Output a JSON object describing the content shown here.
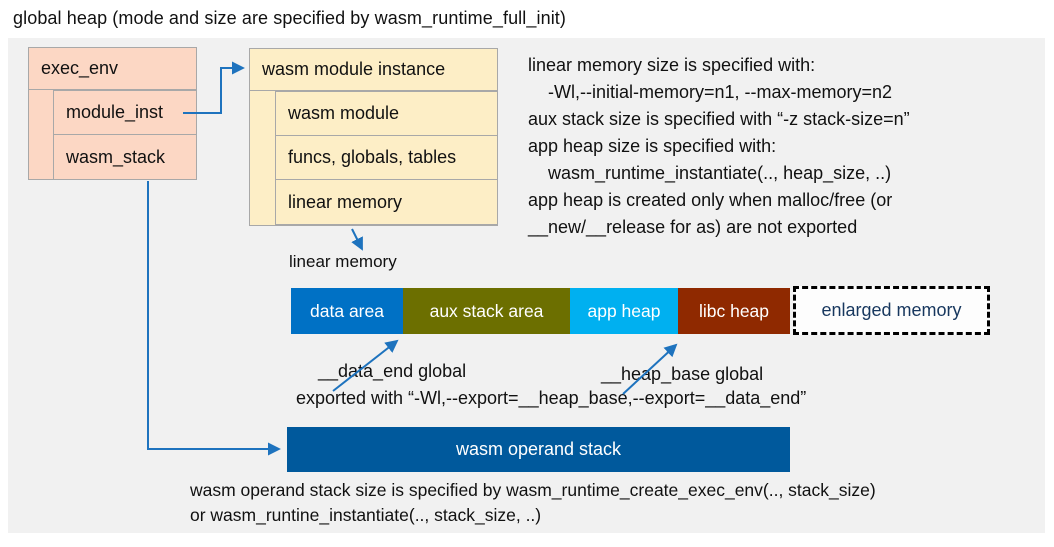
{
  "title": "global heap (mode and size are specified by wasm_runtime_full_init)",
  "exec_env": {
    "header": "exec_env",
    "rows": [
      "module_inst",
      "wasm_stack"
    ]
  },
  "module_instance": {
    "header": "wasm module instance",
    "rows": [
      "wasm module",
      "funcs, globals, tables",
      "linear memory"
    ]
  },
  "notes_right": {
    "lines": [
      "linear memory size is specified with:",
      "-Wl,--initial-memory=n1, --max-memory=n2",
      "aux stack size is specified with “-z stack-size=n”",
      "app heap size is specified with:",
      "wasm_runtime_instantiate(.., heap_size, ..)",
      "app heap is created only when malloc/free (or",
      "__new/__release for as) are not exported"
    ]
  },
  "linear_memory": {
    "label": "linear memory",
    "segments": [
      {
        "label": "data area",
        "color": "#0071c5"
      },
      {
        "label": "aux stack area",
        "color": "#6c6f00"
      },
      {
        "label": "app heap",
        "color": "#00b0f0"
      },
      {
        "label": "libc heap",
        "color": "#8f2900"
      }
    ],
    "enlarged": {
      "label": "enlarged memory",
      "text_color": "#17375e"
    }
  },
  "annotations": {
    "data_end": "__data_end global",
    "heap_base": "__heap_base global",
    "exported": "exported with “-Wl,--export=__heap_base,--export=__data_end”"
  },
  "operand_stack": {
    "label": "wasm operand stack",
    "note_line1": "wasm operand stack size is specified by wasm_runtime_create_exec_env(.., stack_size)",
    "note_line2": "or wasm_runtine_instantiate(.., stack_size, ..)"
  },
  "colors": {
    "panel_bg": "#f1f1f1",
    "box_peach": "#fcd7c4",
    "box_cream": "#fdeec6",
    "connector_blue": "#1e73be",
    "operand_bar": "#00599c"
  }
}
